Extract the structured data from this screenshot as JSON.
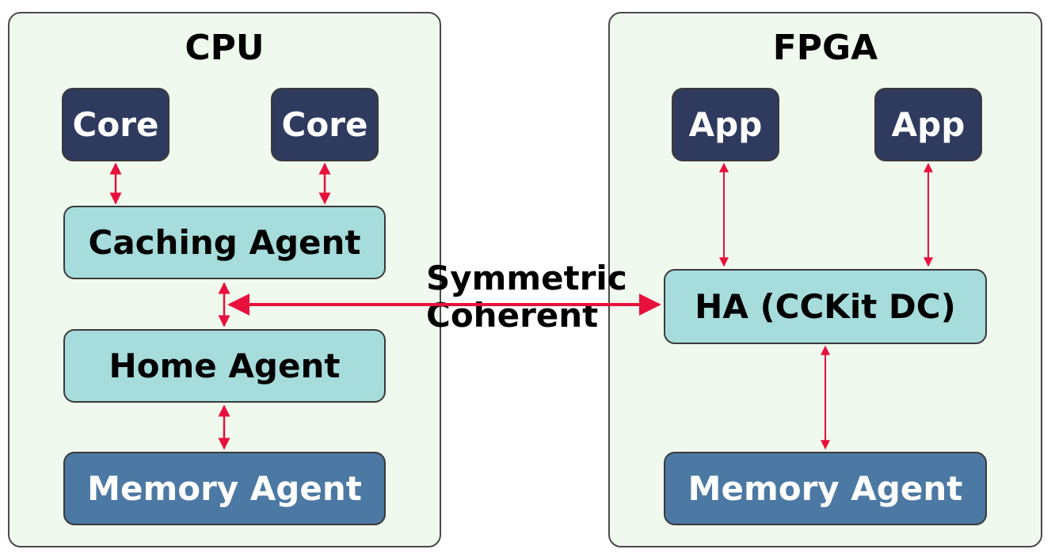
{
  "cpu": {
    "title": "CPU",
    "core_left": "Core",
    "core_right": "Core",
    "caching_agent": "Caching Agent",
    "home_agent": "Home Agent",
    "memory_agent": "Memory Agent"
  },
  "fpga": {
    "title": "FPGA",
    "app_left": "App",
    "app_right": "App",
    "ha": "HA (CCKit DC)",
    "memory_agent": "Memory Agent"
  },
  "link": {
    "line1": "Symmetric",
    "line2": "Coherent"
  },
  "colors": {
    "panel_bg": "#f0f9ee",
    "dark_box": "#2e3a5e",
    "light_box": "#a6dcdc",
    "memory_box": "#4c79a3",
    "arrow": "#e8103c"
  }
}
